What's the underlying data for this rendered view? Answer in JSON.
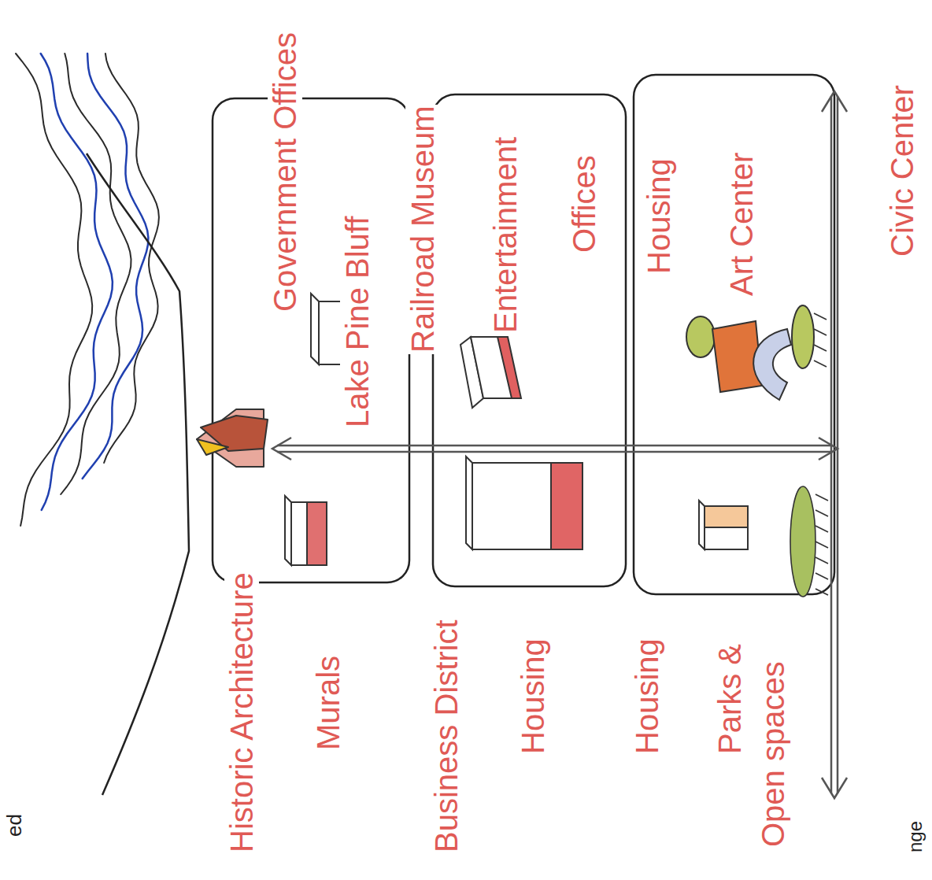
{
  "diagram": {
    "labels": [
      "Lake Pine Bluff",
      "Government Offices",
      "Railroad Museum",
      "Entertainment",
      "Offices",
      "Housing",
      "Art Center",
      "Civic Center",
      "Historic Architecture",
      "Murals",
      "Business District",
      "Housing",
      "Housing",
      "Parks &",
      "Open spaces",
      "ed",
      "nge"
    ]
  }
}
